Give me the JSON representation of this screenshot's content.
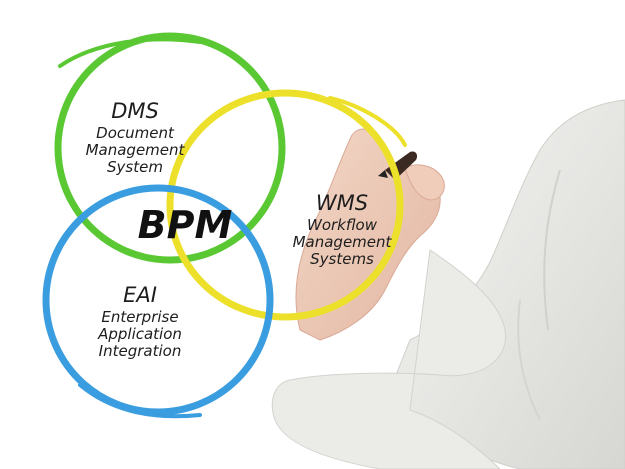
{
  "diagram": {
    "center_label": "BPM",
    "circles": [
      {
        "id": "dms",
        "color": "#5ac832",
        "abbr": "DMS",
        "lines": [
          "Document",
          "Management",
          "System"
        ]
      },
      {
        "id": "wms",
        "color": "#ece02a",
        "abbr": "WMS",
        "lines": [
          "Workflow",
          "Management",
          "Systems"
        ]
      },
      {
        "id": "eai",
        "color": "#3a9de0",
        "abbr": "EAI",
        "lines": [
          "Enterprise",
          "Application",
          "Integration"
        ]
      }
    ]
  }
}
